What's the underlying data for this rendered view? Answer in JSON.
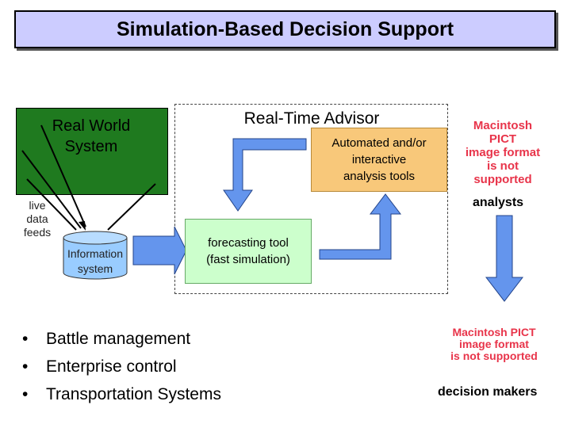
{
  "title": "Simulation-Based Decision Support",
  "real_world": {
    "label_line1": "Real World",
    "label_line2": "System"
  },
  "live_feeds": {
    "line1": "live",
    "line2": "data",
    "line3": "feeds"
  },
  "information_system": {
    "line1": "Information",
    "line2": "system"
  },
  "advisor": {
    "label": "Real-Time Advisor"
  },
  "tools": {
    "line1": "Automated and/or",
    "line2": "interactive",
    "line3": "analysis tools"
  },
  "forecasting": {
    "line1": "forecasting tool",
    "line2": "(fast simulation)"
  },
  "analysts_label": "analysts",
  "decision_makers_label": "decision makers",
  "pict_placeholder_1": {
    "line1": "Macintosh PICT",
    "line2": "image format",
    "line3": "is not supported"
  },
  "pict_placeholder_2": {
    "line1": "Macintosh PICT",
    "line2": "image format",
    "line3": "is not supported"
  },
  "bullets": [
    "Battle management",
    "Enterprise control",
    "Transportation Systems"
  ],
  "colors": {
    "title_bg": "#ccccff",
    "real_world_bg": "#1f7a1f",
    "tools_bg": "#f8c87a",
    "forecast_bg": "#ccffcc",
    "arrow_fill": "#6495ed",
    "pict_text": "#e8344a"
  }
}
